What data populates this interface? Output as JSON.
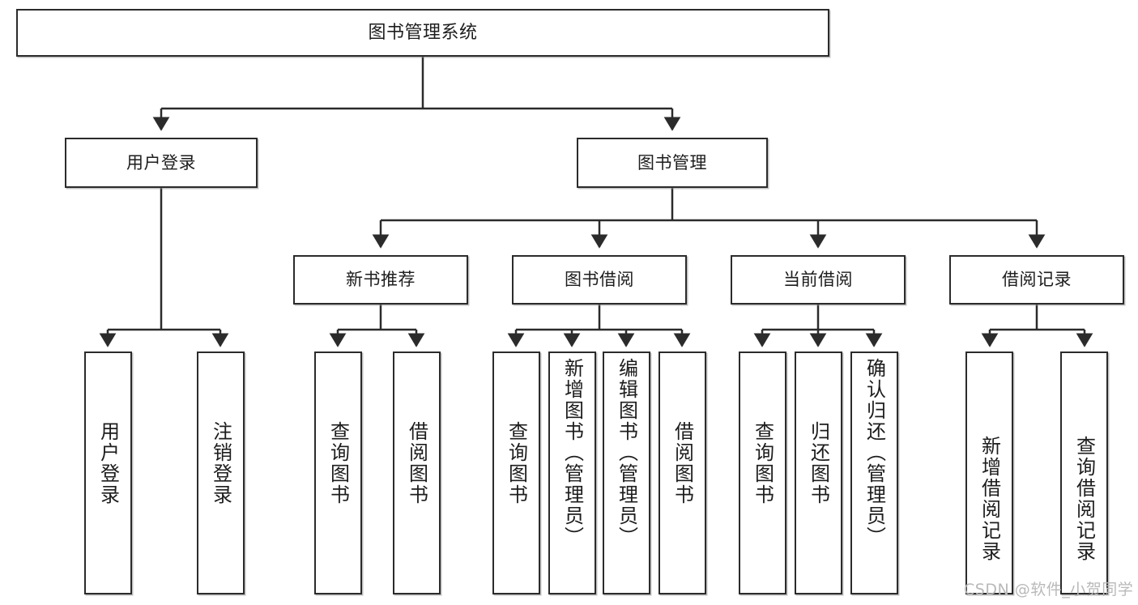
{
  "diagram": {
    "type": "tree-hierarchy-functional-decomposition",
    "root": {
      "label": "图书管理系统"
    },
    "level2": [
      {
        "label": "用户登录"
      },
      {
        "label": "图书管理"
      }
    ],
    "level3": [
      {
        "label": "新书推荐"
      },
      {
        "label": "图书借阅"
      },
      {
        "label": "当前借阅"
      },
      {
        "label": "借阅记录"
      }
    ],
    "leaves": {
      "user_login": [
        {
          "label": "用户登录"
        },
        {
          "label": "注销登录"
        }
      ],
      "new_book_recommend": [
        {
          "label": "查询图书"
        },
        {
          "label": "借阅图书"
        }
      ],
      "book_borrow": [
        {
          "label": "查询图书"
        },
        {
          "label": "新增图书（管理员）"
        },
        {
          "label": "编辑图书（管理员）"
        },
        {
          "label": "借阅图书"
        }
      ],
      "current_borrow": [
        {
          "label": "查询图书"
        },
        {
          "label": "归还图书"
        },
        {
          "label": "确认归还（管理员）"
        }
      ],
      "borrow_record": [
        {
          "label": "新增借阅记录"
        },
        {
          "label": "查询借阅记录"
        }
      ]
    }
  },
  "watermark": {
    "text": "CSDN @软件_小贺同学"
  },
  "colors": {
    "background": "#ffffff",
    "stroke": "#2b2b2b",
    "text": "#1d1d1d",
    "watermark": "#b9b9b9"
  }
}
